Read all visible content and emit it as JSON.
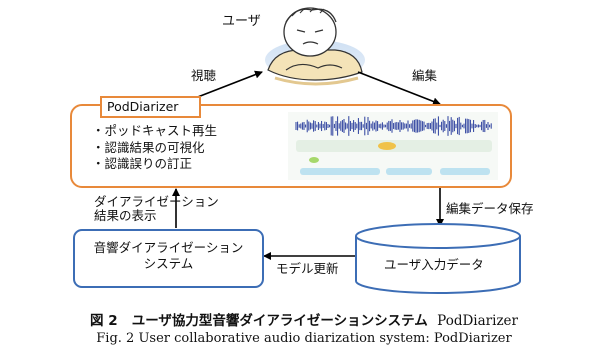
{
  "diagram": {
    "user_label": "ユーザ",
    "edge_listen": "視聴",
    "edge_edit": "編集",
    "podcast_app": {
      "title": "PodDiarizer",
      "features": [
        "・ポッドキャスト再生",
        "・認識結果の可視化",
        "・認識誤りの訂正"
      ]
    },
    "edge_display": [
      "ダイアライゼーション",
      "結果の表示"
    ],
    "edge_save": "編集データ保存",
    "diarization_system": [
      "音響ダイアライゼーション",
      "システム"
    ],
    "edge_update": "モデル更新",
    "user_data": "ユーザ入力データ"
  },
  "caption": {
    "ja_prefix": "図 2",
    "ja_text": "ユーザ協力型音響ダイアライゼーションシステム",
    "ja_suffix": "PodDiarizer",
    "en": "Fig. 2   User collaborative audio diarization system: PodDiarizer"
  },
  "colors": {
    "app_border": "#e8893a",
    "system_border": "#3c6db5",
    "waveform": "#2b3f9e"
  }
}
